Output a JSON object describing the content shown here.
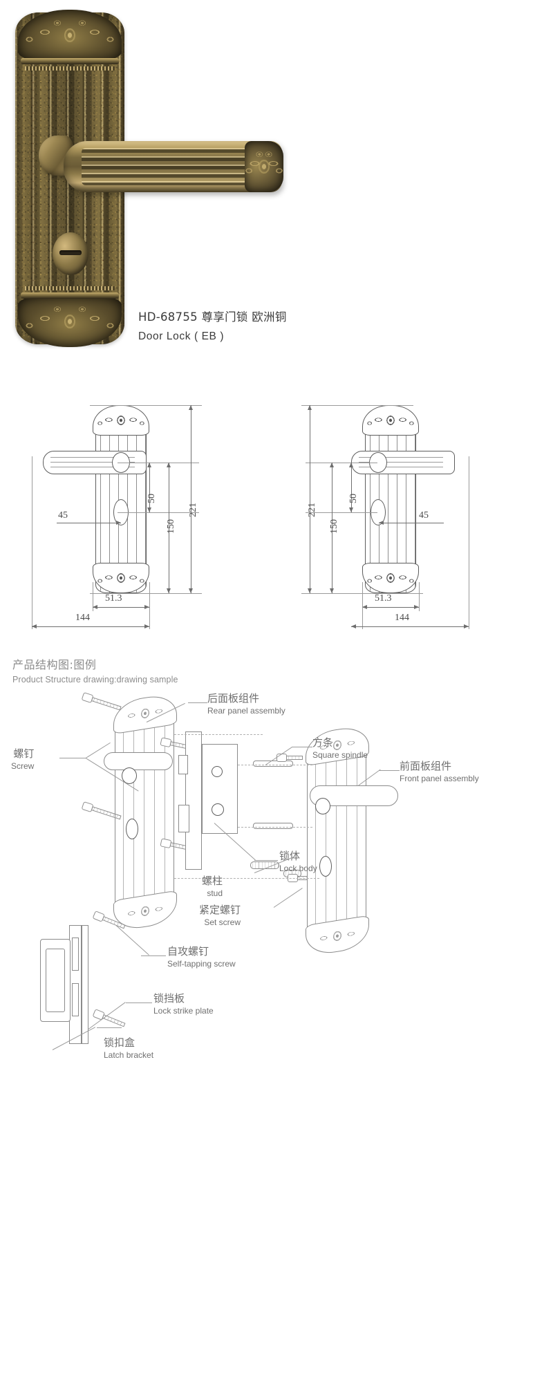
{
  "product": {
    "title_zh": "HD-68755  尊享门锁   欧洲铜",
    "title_en": "Door Lock ( EB )",
    "model": "HD-68755",
    "finish": "欧洲铜",
    "finish_code": "EB",
    "photo_alt": "antique-brass-door-lock-handle",
    "colors": {
      "brass_light": "#d9c085",
      "brass_mid": "#8a7846",
      "brass_dark": "#554a2c",
      "bronze_shadow": "#3b321d",
      "cad_line": "#6e6e6e",
      "label_gray": "#6f6f6f",
      "heading_gray": "#8c8c8c"
    }
  },
  "dimensions_section": {
    "views": [
      {
        "name": "front-view",
        "labels": {
          "overall_height": "221",
          "handle_center_to_key": "150",
          "key_offset": "50",
          "backset": "45",
          "plate_width": "51.3",
          "overall_length": "144"
        }
      },
      {
        "name": "rear-view",
        "labels": {
          "overall_height": "221",
          "handle_center_to_key": "150",
          "key_offset": "50",
          "backset": "45",
          "plate_width": "51.3",
          "overall_length": "144"
        }
      }
    ],
    "unit": "mm"
  },
  "structure_section": {
    "heading_zh": "产品结构图:图例",
    "heading_en": "Product Structure drawing:drawing sample",
    "callouts": [
      {
        "id": "rear-panel-assembly",
        "zh": "后面板组件",
        "en": "Rear panel assembly"
      },
      {
        "id": "screw",
        "zh": "螺钉",
        "en": "Screw"
      },
      {
        "id": "square-spindle",
        "zh": "方条",
        "en": "Square spindle"
      },
      {
        "id": "front-panel-assembly",
        "zh": "前面板组件",
        "en": "Front panel assembly"
      },
      {
        "id": "lock-body",
        "zh": "锁体",
        "en": "Lock body"
      },
      {
        "id": "stud",
        "zh": "螺柱",
        "en": "stud"
      },
      {
        "id": "set-screw",
        "zh": "紧定螺钉",
        "en": "Set screw"
      },
      {
        "id": "self-tapping-screw",
        "zh": "自攻螺钉",
        "en": "Self-tapping screw"
      },
      {
        "id": "lock-strike-plate",
        "zh": "锁挡板",
        "en": "Lock strike plate"
      },
      {
        "id": "latch-bracket",
        "zh": "锁扣盒",
        "en": "Latch bracket"
      }
    ]
  },
  "watermark": {
    "text": ""
  }
}
